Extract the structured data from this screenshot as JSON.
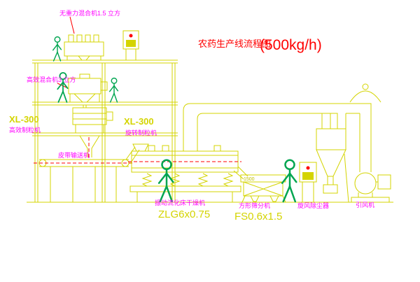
{
  "title": {
    "name": "农药生产线流程图",
    "capacity": "(500kg/h)"
  },
  "equipment_labels": {
    "zero_gravity_mixer": "无重力混合机1.5 立方",
    "high_efficiency_mixer": "高效混合机3 立方",
    "granulator_left": {
      "model": "XL-300",
      "name": "高效制粒机"
    },
    "granulator_right": {
      "model": "XL-300",
      "name": "旋转制粒机"
    },
    "belt_conveyor": "皮带输送机",
    "fluid_bed_dryer": {
      "name": "振动流化床干燥机",
      "model": "ZLG6x0.75"
    },
    "square_sieve": {
      "name": "方形筛分机",
      "model": "FS0.6x1.5",
      "dimension": "1500"
    },
    "cyclone": "旋风除尘器",
    "induced_draft_fan": "引风机"
  },
  "colors": {
    "line_yellow": "#d4d400",
    "figure_green": "#00a550",
    "label_magenta": "#ff00ff",
    "title_red": "#ff0000",
    "background": "#ffffff"
  }
}
